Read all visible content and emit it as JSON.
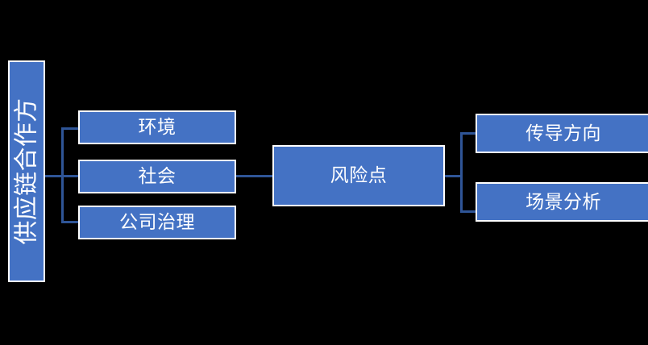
{
  "diagram": {
    "title_text": "供应链合作方",
    "root": {
      "label": "供应链合作方",
      "orientation": "vertical-rotated-ccw"
    },
    "esg_branches": [
      {
        "id": "environment",
        "label": "环境"
      },
      {
        "id": "society",
        "label": "社会"
      },
      {
        "id": "governance",
        "label": "公司治理"
      }
    ],
    "center": {
      "id": "risk-point",
      "label": "风险点"
    },
    "analysis_branches": [
      {
        "id": "transmission-direction",
        "label": "传导方向"
      },
      {
        "id": "scenario-analysis",
        "label": "场景分析"
      }
    ],
    "colors": {
      "background": "#000000",
      "node_fill": "#4472C4",
      "node_border": "#FFFFFF",
      "node_text": "#FFFFFF",
      "connector": "#2F5597"
    }
  }
}
